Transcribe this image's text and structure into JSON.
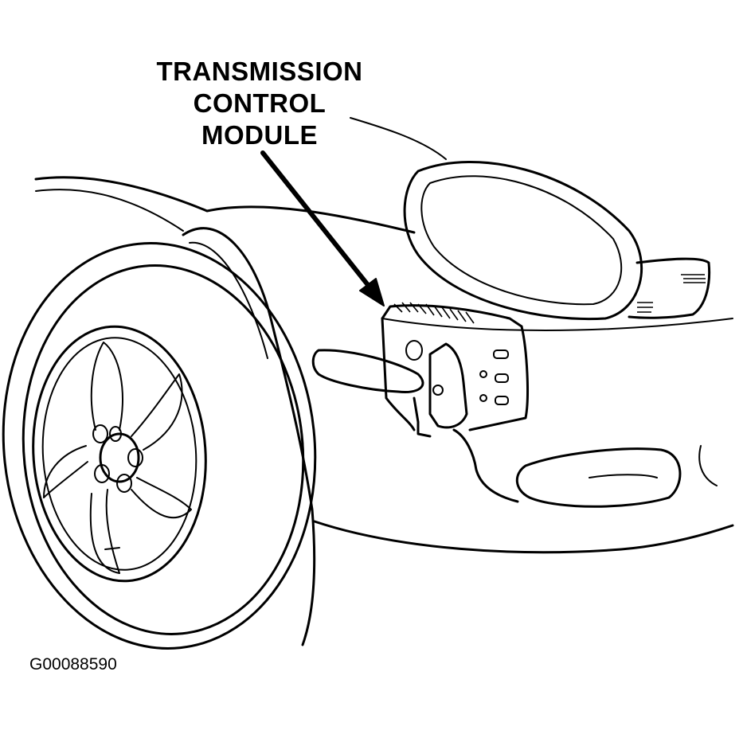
{
  "callout": {
    "lines": [
      "TRANSMISSION",
      "CONTROL",
      "MODULE"
    ]
  },
  "figure_id": "G00088590",
  "colors": {
    "ink": "#000000",
    "paper": "#ffffff"
  }
}
